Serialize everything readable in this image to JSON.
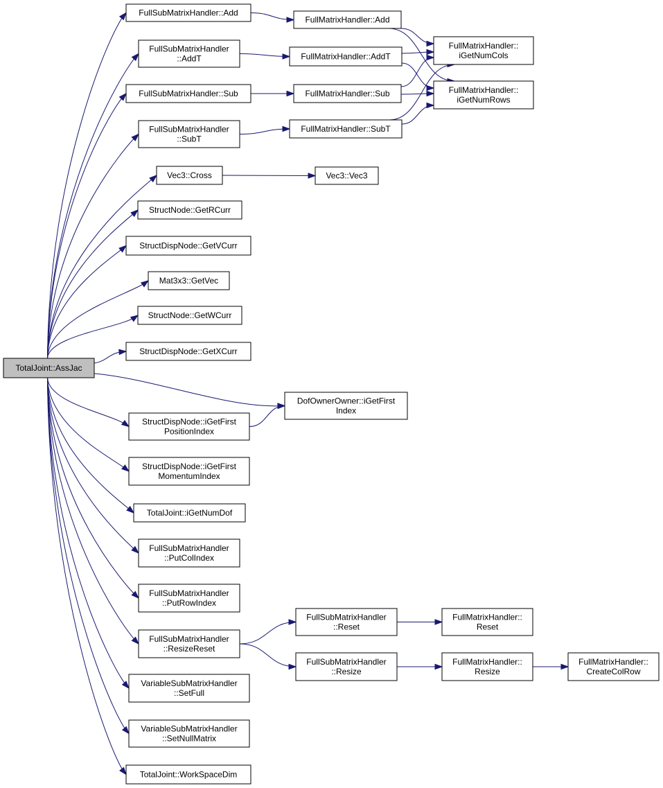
{
  "diagram": {
    "nodes": [
      {
        "id": "root",
        "lines": [
          "TotalJoint::AssJac"
        ],
        "root": true
      },
      {
        "id": "fsmh_add",
        "lines": [
          "FullSubMatrixHandler::Add"
        ]
      },
      {
        "id": "fsmh_addt",
        "lines": [
          "FullSubMatrixHandler",
          "::AddT"
        ]
      },
      {
        "id": "fsmh_sub",
        "lines": [
          "FullSubMatrixHandler::Sub"
        ]
      },
      {
        "id": "fsmh_subt",
        "lines": [
          "FullSubMatrixHandler",
          "::SubT"
        ]
      },
      {
        "id": "vec3_cross",
        "lines": [
          "Vec3::Cross"
        ]
      },
      {
        "id": "sn_getrcurr",
        "lines": [
          "StructNode::GetRCurr"
        ]
      },
      {
        "id": "sdn_getvcurr",
        "lines": [
          "StructDispNode::GetVCurr"
        ]
      },
      {
        "id": "mat3x3_getvec",
        "lines": [
          "Mat3x3::GetVec"
        ]
      },
      {
        "id": "sn_getwcurr",
        "lines": [
          "StructNode::GetWCurr"
        ]
      },
      {
        "id": "sdn_getxcurr",
        "lines": [
          "StructDispNode::GetXCurr"
        ]
      },
      {
        "id": "sdn_igetfirstpos",
        "lines": [
          "StructDispNode::iGetFirst",
          "PositionIndex"
        ]
      },
      {
        "id": "sdn_igetfirstmom",
        "lines": [
          "StructDispNode::iGetFirst",
          "MomentumIndex"
        ]
      },
      {
        "id": "tj_igetnumdof",
        "lines": [
          "TotalJoint::iGetNumDof"
        ]
      },
      {
        "id": "fsmh_putcol",
        "lines": [
          "FullSubMatrixHandler",
          "::PutColIndex"
        ]
      },
      {
        "id": "fsmh_putrow",
        "lines": [
          "FullSubMatrixHandler",
          "::PutRowIndex"
        ]
      },
      {
        "id": "fsmh_resizereset",
        "lines": [
          "FullSubMatrixHandler",
          "::ResizeReset"
        ]
      },
      {
        "id": "vsmh_setfull",
        "lines": [
          "VariableSubMatrixHandler",
          "::SetFull"
        ]
      },
      {
        "id": "vsmh_setnull",
        "lines": [
          "VariableSubMatrixHandler",
          "::SetNullMatrix"
        ]
      },
      {
        "id": "tj_workspacedim",
        "lines": [
          "TotalJoint::WorkSpaceDim"
        ]
      },
      {
        "id": "fmh_add",
        "lines": [
          "FullMatrixHandler::Add"
        ]
      },
      {
        "id": "fmh_addt",
        "lines": [
          "FullMatrixHandler::AddT"
        ]
      },
      {
        "id": "fmh_sub",
        "lines": [
          "FullMatrixHandler::Sub"
        ]
      },
      {
        "id": "fmh_subt",
        "lines": [
          "FullMatrixHandler::SubT"
        ]
      },
      {
        "id": "vec3_vec3",
        "lines": [
          "Vec3::Vec3"
        ]
      },
      {
        "id": "doo_igetfirst",
        "lines": [
          "DofOwnerOwner::iGetFirst",
          "Index"
        ]
      },
      {
        "id": "fsmh_reset",
        "lines": [
          "FullSubMatrixHandler",
          "::Reset"
        ]
      },
      {
        "id": "fsmh_resize",
        "lines": [
          "FullSubMatrixHandler",
          "::Resize"
        ]
      },
      {
        "id": "fmh_igetnumcols",
        "lines": [
          "FullMatrixHandler::",
          "iGetNumCols"
        ]
      },
      {
        "id": "fmh_igetnumrows",
        "lines": [
          "FullMatrixHandler::",
          "iGetNumRows"
        ]
      },
      {
        "id": "fmh_reset",
        "lines": [
          "FullMatrixHandler::",
          "Reset"
        ]
      },
      {
        "id": "fmh_resize",
        "lines": [
          "FullMatrixHandler::",
          "Resize"
        ]
      },
      {
        "id": "fmh_createcolrow",
        "lines": [
          "FullMatrixHandler::",
          "CreateColRow"
        ]
      }
    ],
    "edges": [
      [
        "root",
        "fsmh_add"
      ],
      [
        "root",
        "fsmh_addt"
      ],
      [
        "root",
        "fsmh_sub"
      ],
      [
        "root",
        "fsmh_subt"
      ],
      [
        "root",
        "vec3_cross"
      ],
      [
        "root",
        "sn_getrcurr"
      ],
      [
        "root",
        "sdn_getvcurr"
      ],
      [
        "root",
        "mat3x3_getvec"
      ],
      [
        "root",
        "sn_getwcurr"
      ],
      [
        "root",
        "sdn_getxcurr"
      ],
      [
        "root",
        "doo_igetfirst"
      ],
      [
        "root",
        "sdn_igetfirstpos"
      ],
      [
        "root",
        "sdn_igetfirstmom"
      ],
      [
        "root",
        "tj_igetnumdof"
      ],
      [
        "root",
        "fsmh_putcol"
      ],
      [
        "root",
        "fsmh_putrow"
      ],
      [
        "root",
        "fsmh_resizereset"
      ],
      [
        "root",
        "vsmh_setfull"
      ],
      [
        "root",
        "vsmh_setnull"
      ],
      [
        "root",
        "tj_workspacedim"
      ],
      [
        "fsmh_add",
        "fmh_add"
      ],
      [
        "fsmh_addt",
        "fmh_addt"
      ],
      [
        "fsmh_sub",
        "fmh_sub"
      ],
      [
        "fsmh_subt",
        "fmh_subt"
      ],
      [
        "fmh_add",
        "fmh_igetnumcols"
      ],
      [
        "fmh_add",
        "fmh_igetnumrows"
      ],
      [
        "fmh_addt",
        "fmh_igetnumcols"
      ],
      [
        "fmh_addt",
        "fmh_igetnumrows"
      ],
      [
        "fmh_sub",
        "fmh_igetnumcols"
      ],
      [
        "fmh_sub",
        "fmh_igetnumrows"
      ],
      [
        "fmh_subt",
        "fmh_igetnumcols"
      ],
      [
        "fmh_subt",
        "fmh_igetnumrows"
      ],
      [
        "vec3_cross",
        "vec3_vec3"
      ],
      [
        "sdn_igetfirstpos",
        "doo_igetfirst"
      ],
      [
        "fsmh_resizereset",
        "fsmh_reset"
      ],
      [
        "fsmh_resizereset",
        "fsmh_resize"
      ],
      [
        "fsmh_reset",
        "fmh_reset"
      ],
      [
        "fsmh_resize",
        "fmh_resize"
      ],
      [
        "fmh_resize",
        "fmh_createcolrow"
      ]
    ],
    "colors": {
      "edge": "#191970",
      "root_fill": "#bfbfbf",
      "node_fill": "#ffffff",
      "node_border": "#000000"
    }
  }
}
